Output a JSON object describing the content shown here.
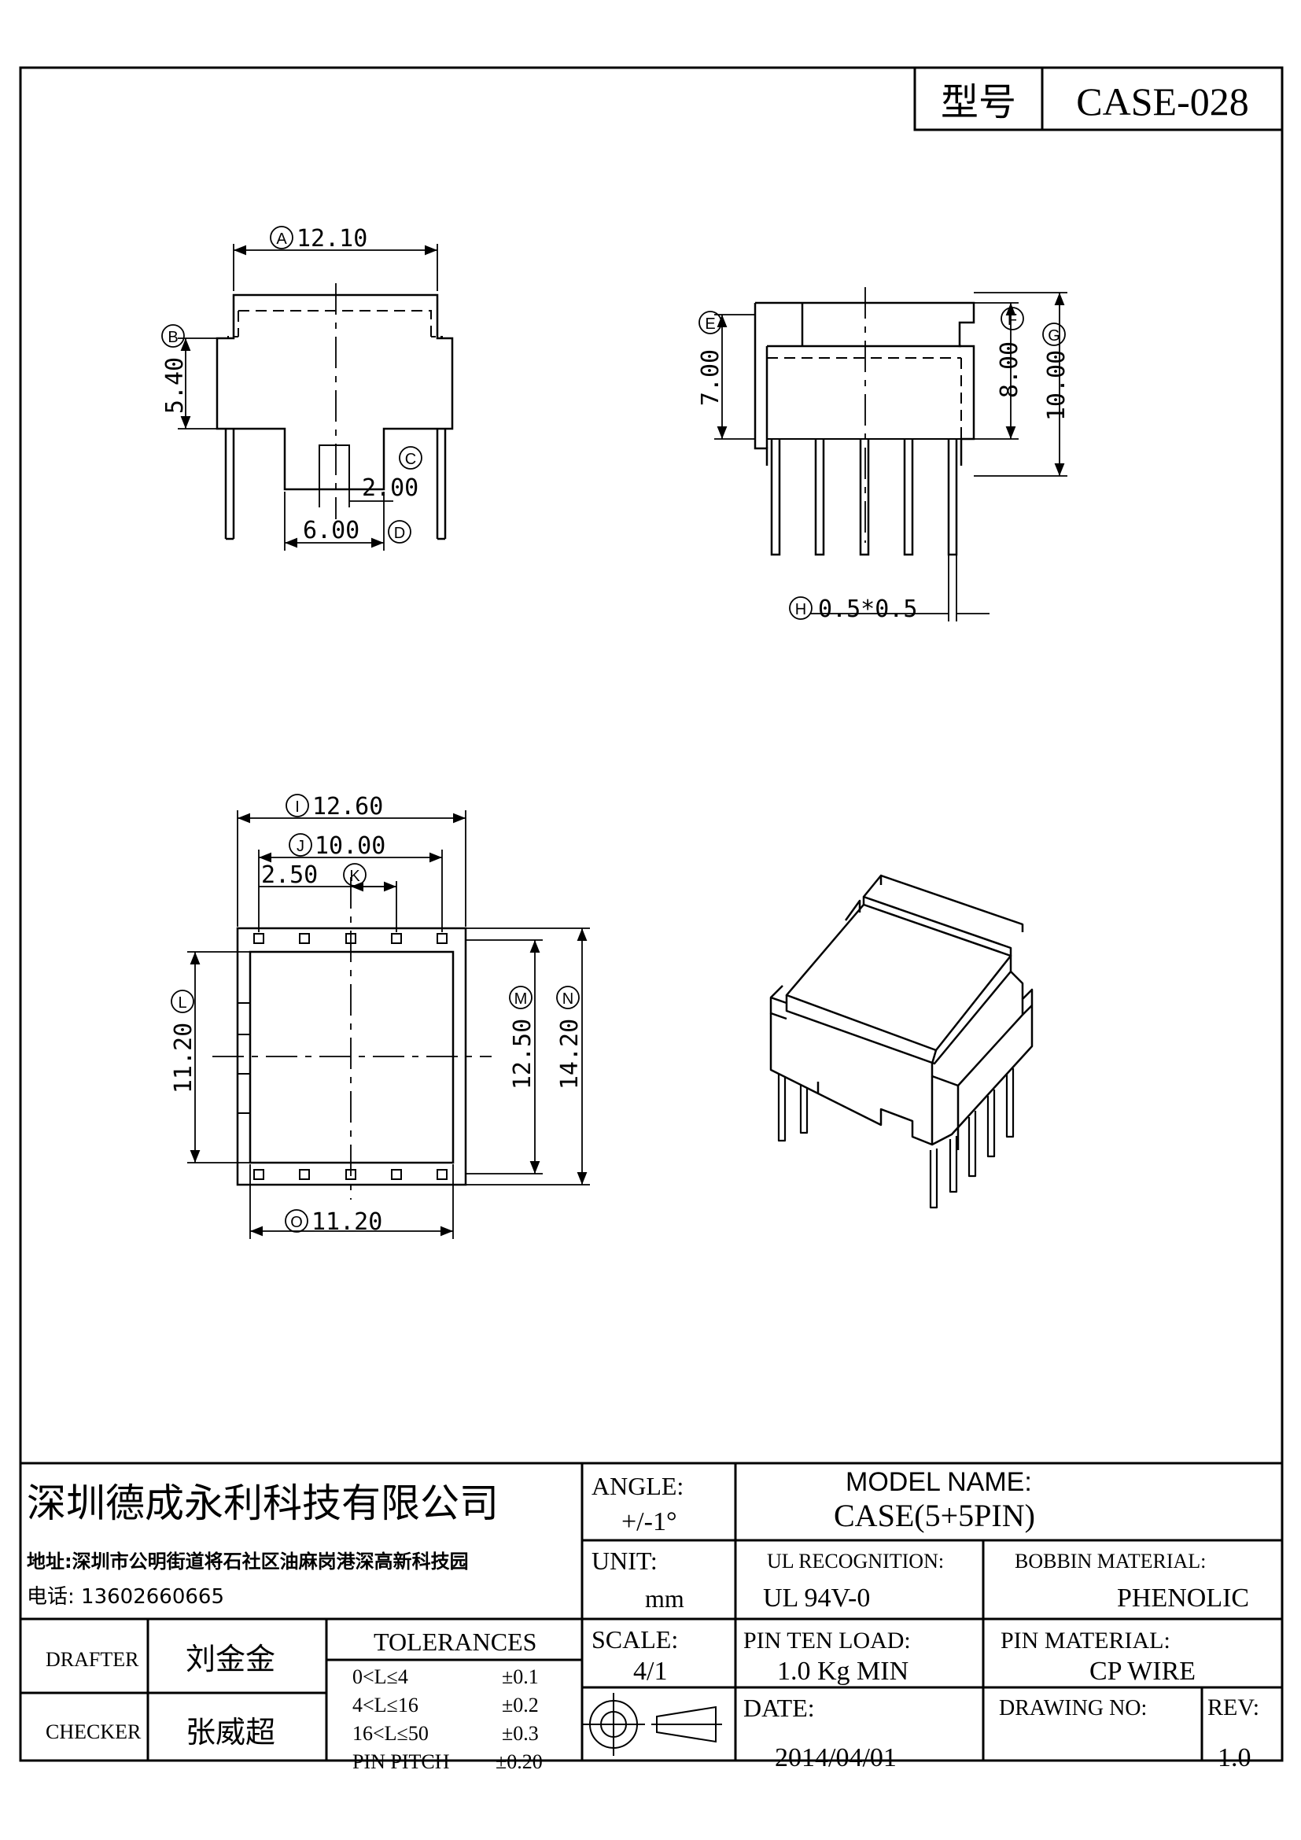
{
  "title_block_top": {
    "label": "型号",
    "model": "CASE-028"
  },
  "dims": {
    "A": {
      "letter": "A",
      "value": "12.10"
    },
    "B": {
      "letter": "B",
      "value": "5.40"
    },
    "C": {
      "letter": "C",
      "value": "2.00"
    },
    "D": {
      "letter": "D",
      "value": "6.00"
    },
    "E": {
      "letter": "E",
      "value": "7.00"
    },
    "F": {
      "letter": "F",
      "value": "8.00"
    },
    "G": {
      "letter": "G",
      "value": "10.00"
    },
    "H": {
      "letter": "H",
      "value": "0.5*0.5"
    },
    "I": {
      "letter": "I",
      "value": "12.60"
    },
    "J": {
      "letter": "J",
      "value": "10.00"
    },
    "K": {
      "letter": "K",
      "value": "2.50"
    },
    "L": {
      "letter": "L",
      "value": "11.20"
    },
    "M": {
      "letter": "M",
      "value": "12.50"
    },
    "N": {
      "letter": "N",
      "value": "14.20"
    },
    "O": {
      "letter": "O",
      "value": "11.20"
    }
  },
  "title_block": {
    "company": "深圳德成永利科技有限公司",
    "address": "地址:深圳市公明街道将石社区油麻岗港深高新科技园",
    "phone": "电话: 13602660665",
    "angle_label": "ANGLE:",
    "angle_value": "+/-1°",
    "model_name_label": "MODEL NAME:",
    "model_name_value": "CASE(5+5PIN)",
    "unit_label": "UNIT:",
    "unit_value": "mm",
    "ul_label": "UL RECOGNITION:",
    "ul_value": "UL 94V-0",
    "bobbin_label": "BOBBIN MATERIAL:",
    "bobbin_value": "PHENOLIC",
    "drafter_label": "DRAFTER",
    "drafter_value": "刘金金",
    "checker_label": "CHECKER",
    "checker_value": "张威超",
    "tolerances_label": "TOLERANCES",
    "tol_rows": [
      {
        "range": "0<L≤4",
        "value": "±0.1"
      },
      {
        "range": "4<L≤16",
        "value": "±0.2"
      },
      {
        "range": "16<L≤50",
        "value": "±0.3"
      },
      {
        "range": "PIN PITCH",
        "value": "±0.20"
      }
    ],
    "scale_label": "SCALE:",
    "scale_value": "4/1",
    "pin_load_label": "PIN TEN LOAD:",
    "pin_load_value": "1.0 Kg MIN",
    "pin_mat_label": "PIN MATERIAL:",
    "pin_mat_value": "CP WIRE",
    "date_label": "DATE:",
    "date_value": "2014/04/01",
    "drawing_no_label": "DRAWING NO:",
    "rev_label": "REV:",
    "rev_value": "1.0"
  }
}
